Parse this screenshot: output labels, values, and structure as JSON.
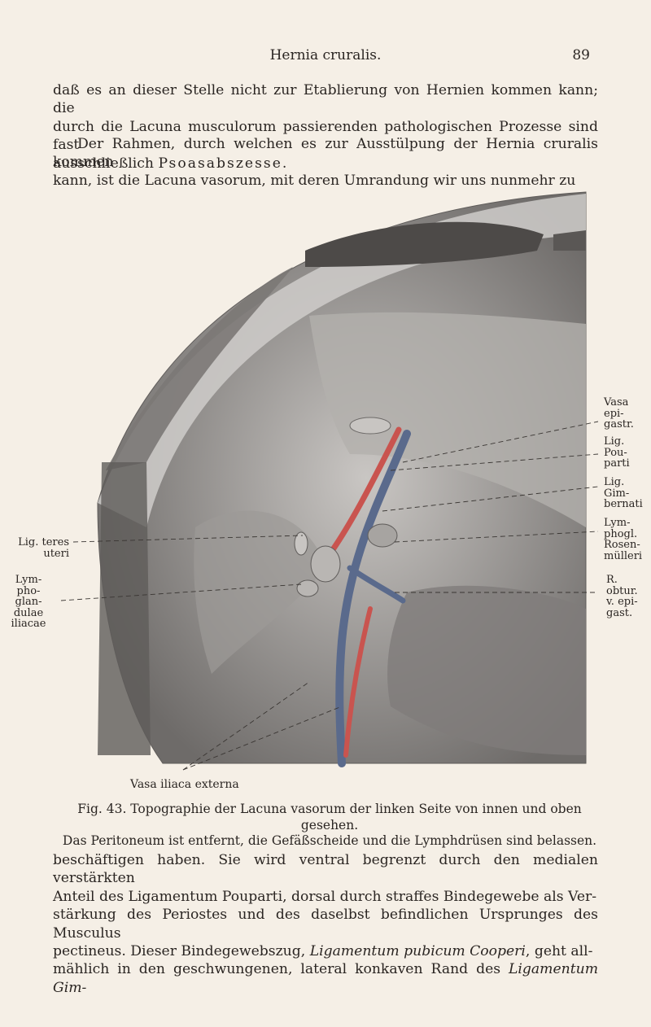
{
  "header": {
    "running_title": "Hernia cruralis.",
    "page_number": "89"
  },
  "paragraph1": {
    "lines": [
      "daß es an dieser Stelle nicht zur Etablierung von Hernien kommen kann; die",
      "durch die Lacuna musculorum passierenden pathologischen Prozesse sind fast",
      "ausschließlich ",
      "Psoasabszesse",
      "."
    ]
  },
  "paragraph2": {
    "lines": [
      "Der Rahmen, durch welchen es zur Ausstülpung der Hernia cruralis kommen",
      "kann, ist die Lacuna vasorum, mit deren Umrandung wir uns nunmehr zu"
    ]
  },
  "figure": {
    "labels": {
      "vasa_epigastr": [
        "Vasa",
        "epi-",
        "gastr."
      ],
      "lig_pouparti": [
        "Lig.",
        "Pou-",
        "parti"
      ],
      "lig_gimbernati": [
        "Lig.",
        "Gim-",
        "bernati"
      ],
      "lymphogl_rosenmulleri": [
        "Lym-",
        "phogl.",
        "Rosen-",
        "mülleri"
      ],
      "r_obtur": [
        "R.",
        "obtur.",
        "v. epi-",
        "gast."
      ],
      "lig_teres": [
        "Lig. teres",
        "uteri"
      ],
      "lymphoglandulae": [
        "Lym-",
        "pho-",
        "glan-",
        "dulae",
        "iliacae"
      ],
      "vasa_iliaca": "Vasa iliaca externa"
    }
  },
  "caption": {
    "line1": "Fig. 43.  Topographie der Lacuna vasorum der linken Seite von innen und oben gesehen.",
    "line2": "Das Peritoneum ist entfernt, die Gefäßscheide und die Lymphdrüsen sind belassen."
  },
  "paragraph3": {
    "l1": "beschäftigen haben. Sie wird ventral begrenzt durch den medialen verstärkten",
    "l2": "Anteil des Ligamentum Pouparti, dorsal durch straffes Bindegewebe als Ver-",
    "l3": "stärkung des Periostes und des daselbst befindlichen Ursprunges des Musculus",
    "l4a": "pectineus. Dieser Bindegewebszug, ",
    "l4em": "Ligamentum pubicum Cooperi",
    "l4b": ", geht all-",
    "l5a": "mählich in den geschwungenen, lateral konkaven Rand des ",
    "l5em": "Ligamentum Gim-"
  },
  "colors": {
    "paper": "#f5efe6",
    "artery": "#c9544f",
    "vein": "#5a6a8c"
  }
}
